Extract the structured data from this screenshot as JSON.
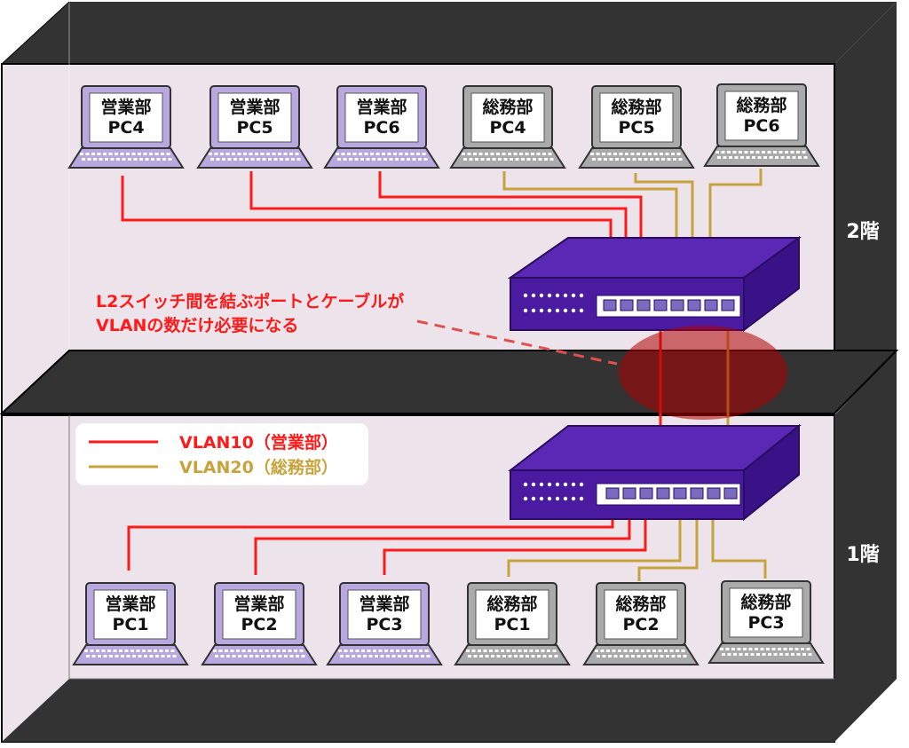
{
  "floors": {
    "upper": {
      "label": "2階"
    },
    "lower": {
      "label": "1階"
    }
  },
  "pcs_upper": [
    {
      "line1": "営業部",
      "line2": "PC4",
      "color": "#b9a8e0"
    },
    {
      "line1": "営業部",
      "line2": "PC5",
      "color": "#b9a8e0"
    },
    {
      "line1": "営業部",
      "line2": "PC6",
      "color": "#b9a8e0"
    },
    {
      "line1": "総務部",
      "line2": "PC4",
      "color": "#aaaaaa"
    },
    {
      "line1": "総務部",
      "line2": "PC5",
      "color": "#aaaaaa"
    },
    {
      "line1": "総務部",
      "line2": "PC6",
      "color": "#aaaaaa"
    }
  ],
  "pcs_lower": [
    {
      "line1": "営業部",
      "line2": "PC1",
      "color": "#b9a8e0"
    },
    {
      "line1": "営業部",
      "line2": "PC2",
      "color": "#b9a8e0"
    },
    {
      "line1": "営業部",
      "line2": "PC3",
      "color": "#b9a8e0"
    },
    {
      "line1": "総務部",
      "line2": "PC1",
      "color": "#aaaaaa"
    },
    {
      "line1": "総務部",
      "line2": "PC2",
      "color": "#aaaaaa"
    },
    {
      "line1": "総務部",
      "line2": "PC3",
      "color": "#aaaaaa"
    }
  ],
  "note": {
    "line1": "L2スイッチ間を結ぶポートとケーブルが",
    "line2": "VLANの数だけ必要になる"
  },
  "legend": {
    "vlan10": {
      "label": "VLAN10（営業部）",
      "color": "#ff1a1a"
    },
    "vlan20": {
      "label": "VLAN20（総務部）",
      "color": "#c8a23a"
    }
  },
  "colors": {
    "wall": "#ece4ea",
    "dark": "#333333",
    "switch": "#4a1aa0",
    "highlight": "#b00000"
  }
}
